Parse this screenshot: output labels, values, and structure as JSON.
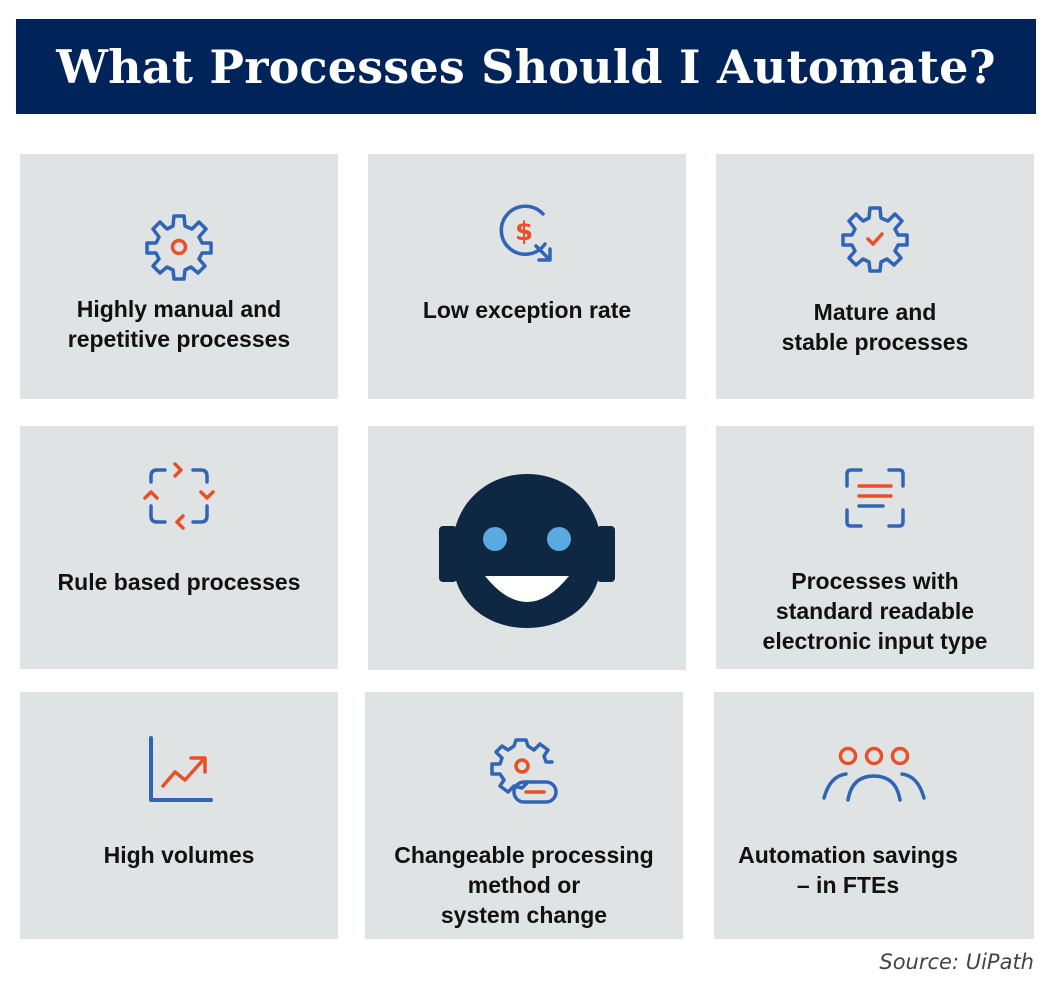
{
  "title": "What Processes Should I Automate?",
  "colors": {
    "banner": "#00245a",
    "tile": "#e0e3e3",
    "icon_blue": "#2f64b7",
    "icon_orange": "#e8502a",
    "robot": "#0e2743",
    "robot_eye": "#5aa9e1"
  },
  "tiles": [
    {
      "label": "Highly manual and\nrepetitive processes",
      "icon": "gear-icon"
    },
    {
      "label": "Low exception rate",
      "icon": "dollar-down-icon"
    },
    {
      "label": "Mature and\nstable processes",
      "icon": "gear-check-icon"
    },
    {
      "label": "Rule based processes",
      "icon": "cycle-arrows-icon"
    },
    {
      "label": "",
      "icon": "robot-icon"
    },
    {
      "label": "Processes with\nstandard readable\nelectronic input type",
      "icon": "scan-document-icon"
    },
    {
      "label": "High volumes",
      "icon": "growth-chart-icon"
    },
    {
      "label": "Changeable processing\nmethod or\nsystem change",
      "icon": "gear-toggle-icon"
    },
    {
      "label": "Automation savings\n–  in FTEs",
      "icon": "team-icon"
    }
  ],
  "source": "Source: UiPath"
}
